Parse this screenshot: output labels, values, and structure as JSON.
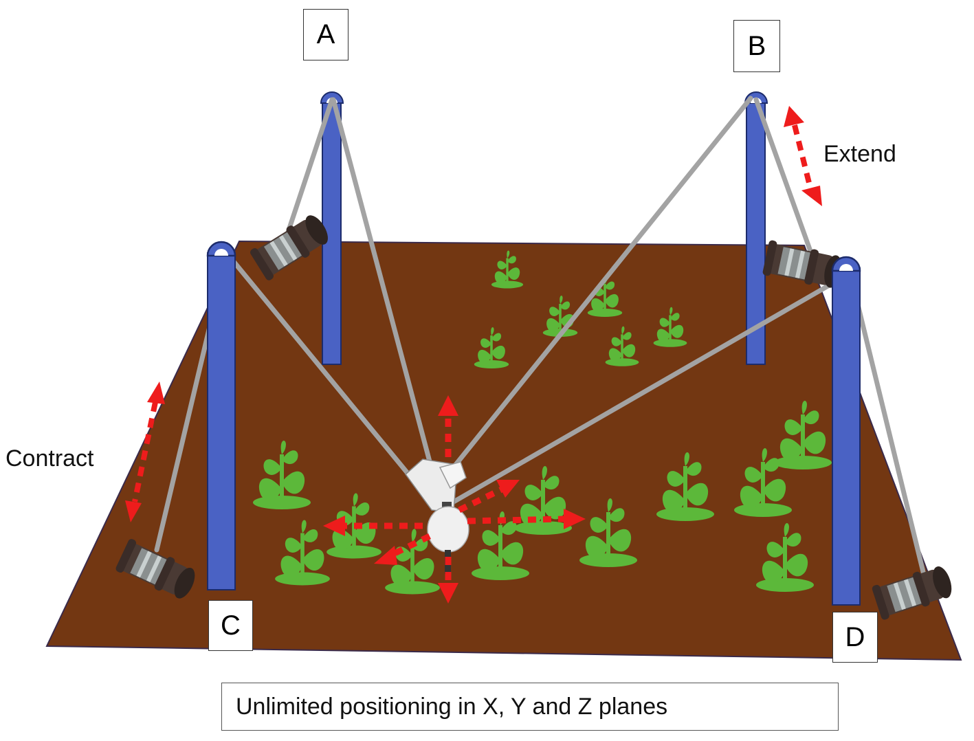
{
  "labels": {
    "pole_a": "A",
    "pole_b": "B",
    "pole_c": "C",
    "pole_d": "D",
    "extend": "Extend",
    "contract": "Contract"
  },
  "caption": "Unlimited positioning in X, Y and Z planes",
  "colors": {
    "soil": "#733712",
    "pole": "#4a62c4",
    "cable": "#a3a3a3",
    "plant": "#5cb83a",
    "arrow": "#ee1c1c"
  }
}
